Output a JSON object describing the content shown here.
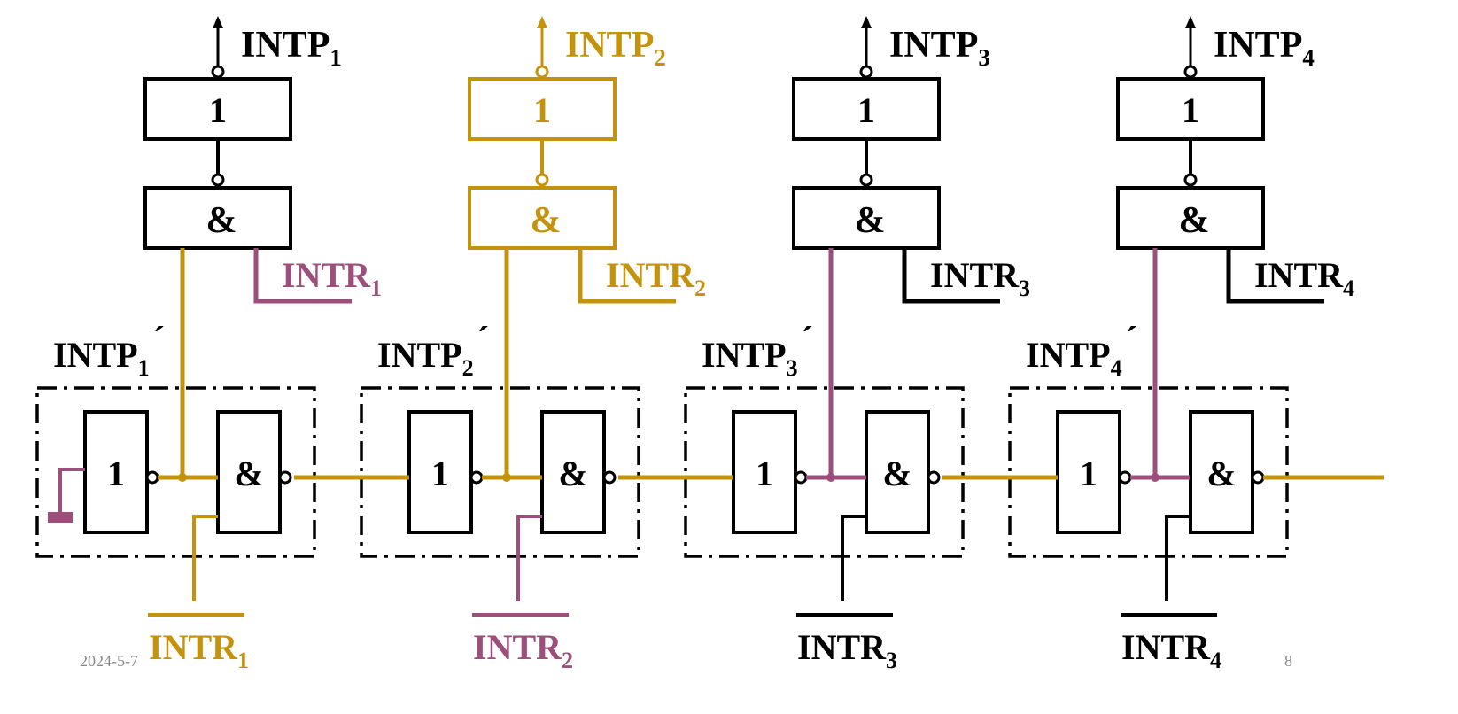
{
  "colors": {
    "black": "#000000",
    "gold": "#C4930E",
    "purple": "#9B4F7A"
  },
  "footer": {
    "date": "2024-5-7",
    "page": "8"
  },
  "gate_symbols": {
    "not": "1",
    "and": "&"
  },
  "stages": [
    {
      "intp": {
        "base": "INTP",
        "sub": "1",
        "color": "black"
      },
      "intr": {
        "base": "INTR",
        "sub": "1",
        "color": "purple"
      },
      "intp_prime": {
        "base": "INTP",
        "sub": "1",
        "mark": "´"
      },
      "intr_bar": {
        "base": "INTR",
        "sub": "1",
        "color": "gold"
      },
      "top_gates_color": "black",
      "and_input_color": "gold",
      "chain_in_color": "purple",
      "bottom_input_color": "gold"
    },
    {
      "intp": {
        "base": "INTP",
        "sub": "2",
        "color": "gold"
      },
      "intr": {
        "base": "INTR",
        "sub": "2",
        "color": "gold"
      },
      "intp_prime": {
        "base": "INTP",
        "sub": "2",
        "mark": "´"
      },
      "intr_bar": {
        "base": "INTR",
        "sub": "2",
        "color": "purple"
      },
      "top_gates_color": "gold",
      "and_input_color": "gold",
      "chain_in_color": "gold",
      "bottom_input_color": "purple"
    },
    {
      "intp": {
        "base": "INTP",
        "sub": "3",
        "color": "black"
      },
      "intr": {
        "base": "INTR",
        "sub": "3",
        "color": "black"
      },
      "intp_prime": {
        "base": "INTP",
        "sub": "3",
        "mark": "´"
      },
      "intr_bar": {
        "base": "INTR",
        "sub": "3",
        "color": "black"
      },
      "top_gates_color": "black",
      "and_input_color": "purple",
      "chain_in_color": "gold",
      "bottom_input_color": "black"
    },
    {
      "intp": {
        "base": "INTP",
        "sub": "4",
        "color": "black"
      },
      "intr": {
        "base": "INTR",
        "sub": "4",
        "color": "black"
      },
      "intp_prime": {
        "base": "INTP",
        "sub": "4",
        "mark": "´"
      },
      "intr_bar": {
        "base": "INTR",
        "sub": "4",
        "color": "black"
      },
      "top_gates_color": "black",
      "and_input_color": "purple",
      "chain_in_color": "gold",
      "bottom_input_color": "black"
    }
  ],
  "chain_out_color": "gold",
  "ground_color": "purple"
}
